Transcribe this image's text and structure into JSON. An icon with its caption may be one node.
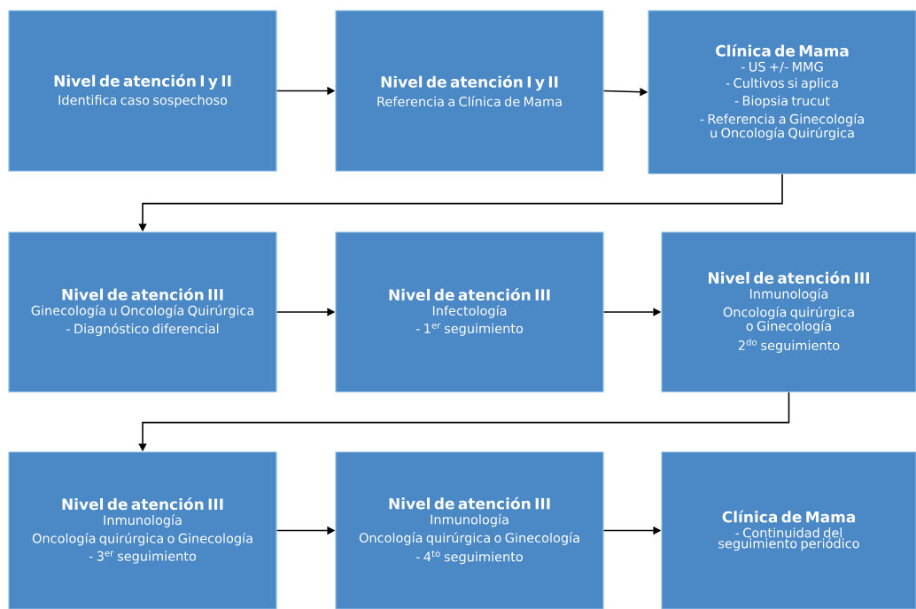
{
  "diagram": {
    "nodes": [
      {
        "text": [
          "Nivel de atención I y II",
          "Identifica caso sospechoso"
        ]
      },
      {
        "text": [
          "Nivel de atención I y II",
          "Referencia a Clínica de Mama"
        ]
      },
      {
        "text": [
          "Clínica de Mama",
          "- US +/- MMG",
          "- Cultivos si aplica",
          "- Biopsia trucut",
          "- Referencia a Ginecología u Oncología Quirúrgica"
        ]
      },
      {
        "text": [
          "Nivel de atención III",
          "Ginecología u Oncología Quirúrgica",
          "- Diagnóstico diferencial"
        ]
      },
      {
        "text": [
          "Nivel de atención III",
          "Infectología",
          "- 1$^{er}$ seguimiento"
        ]
      },
      {
        "text": [
          "Nivel de atención III",
          "Inmunología",
          "Oncología quirúrgica o Ginecología",
          "2$^{do}$ seguimiento"
        ]
      },
      {
        "text": [
          "Nivel de atención III",
          "Inmunología",
          "Oncología quirúrgica o Ginecología",
          "- 3$^{er}$ seguimiento"
        ]
      },
      {
        "text": [
          "Nivel de atención III",
          "Inmunología",
          "Oncología quirúrgica o Ginecología",
          "- 4$^{to}$ seguimiento"
        ]
      },
      {
        "text": [
          "Clínica de Mama",
          "- Continuidad del seguimiento periódico"
        ]
      }
    ],
    "edges": [
      {
        "from": 0,
        "to": 1,
        "arrow": "to"
      },
      {
        "from": 1,
        "to": 2,
        "arrow": "to"
      },
      {
        "from": 2,
        "to": 3,
        "arrow": "to"
      },
      {
        "from": 3,
        "to": 4,
        "arrow": "to"
      },
      {
        "from": 4,
        "to": 5,
        "arrow": "to"
      },
      {
        "from": 5,
        "to": 6,
        "arrow": "to"
      },
      {
        "from": 6,
        "to": 7,
        "arrow": "to"
      },
      {
        "from": 7,
        "to": 8,
        "arrow": "to"
      }
    ]
  }
}
